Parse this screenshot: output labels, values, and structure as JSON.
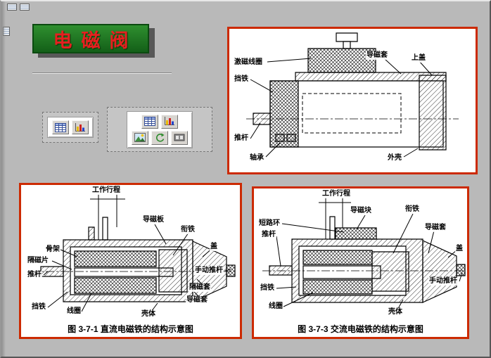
{
  "colors": {
    "slide_background": "#b9b9b9",
    "title_background": "#1e7a1e",
    "title_text": "#e62020",
    "figure_border": "#cc2a00",
    "drawing_ink": "#000000"
  },
  "chrome": {
    "corner_icons": [
      "embedded-object-icon",
      "embedded-object-icon"
    ],
    "edge_icon": "embedded-object-icon"
  },
  "title": {
    "text": "电磁阀"
  },
  "placeholders": {
    "small": {
      "icons": [
        "table-icon",
        "bar-chart-icon"
      ]
    },
    "large": {
      "icons": [
        "table-icon",
        "bar-chart-icon",
        "picture-icon",
        "cycle-diagram-icon",
        "media-clip-icon"
      ]
    }
  },
  "figures": {
    "solenoid": {
      "labels": [
        "激磁线圈",
        "导磁套",
        "上盖",
        "挡铁",
        "推杆",
        "轴承",
        "外壳"
      ]
    },
    "dc": {
      "labels": [
        "工作行程",
        "导磁板",
        "衔铁",
        "盖",
        "骨架",
        "隔磁片",
        "推杆",
        "手动推杆",
        "隔磁套",
        "导磁套",
        "挡铁",
        "线圈",
        "壳体"
      ],
      "caption": "图 3-7-1 直流电磁铁的结构示意图"
    },
    "ac": {
      "labels": [
        "工作行程",
        "导磁块",
        "衔铁",
        "导磁套",
        "短路环",
        "推杆",
        "盖",
        "手动推杆",
        "挡铁",
        "线圈",
        "壳体"
      ],
      "caption": "图 3-7-3 交流电磁铁的结构示意图"
    }
  }
}
